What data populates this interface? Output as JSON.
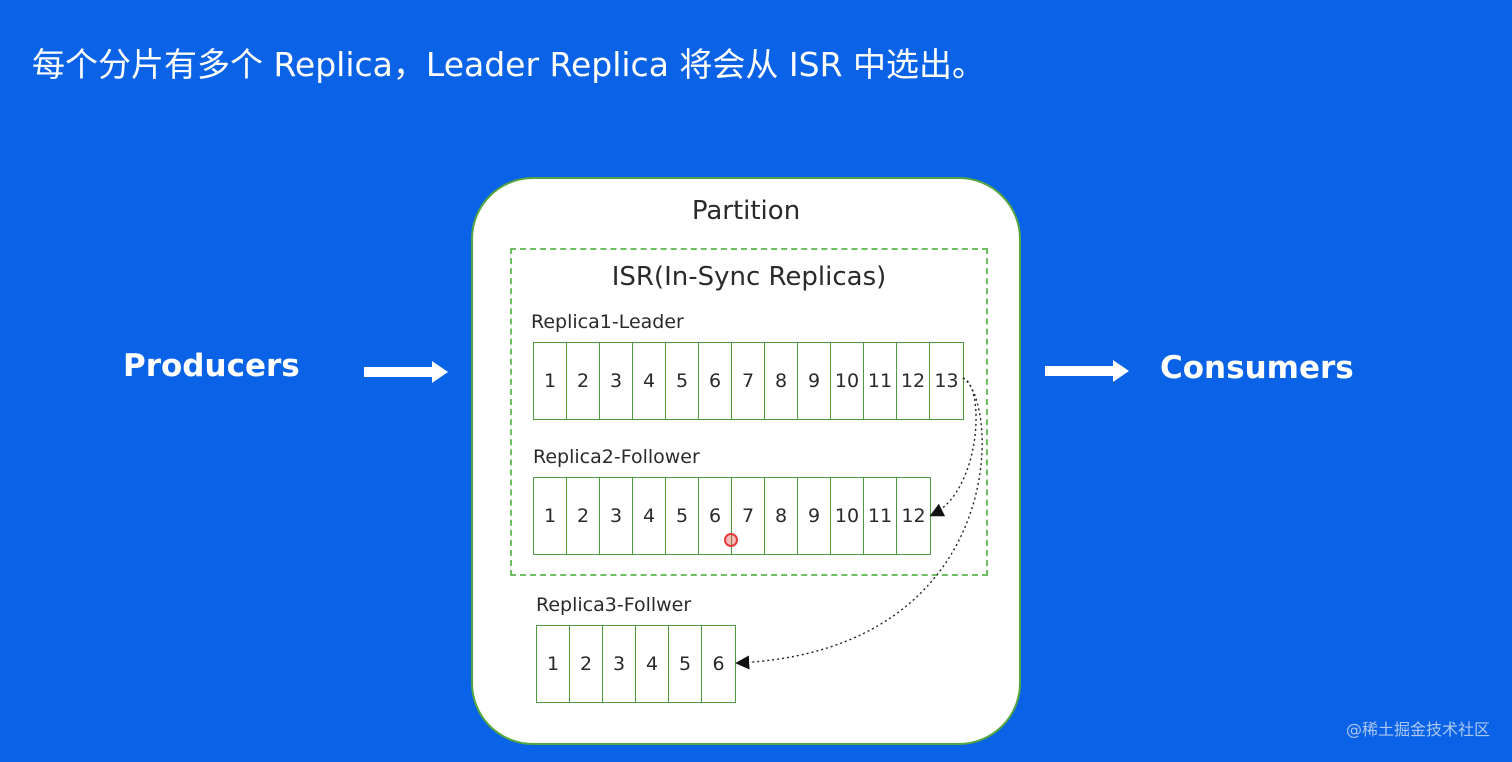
{
  "header": {
    "title": "每个分片有多个 Replica，Leader Replica 将会从 ISR 中选出。"
  },
  "producers_label": "Producers",
  "consumers_label": "Consumers",
  "partition": {
    "title": "Partition",
    "isr_title": "ISR(In-Sync Replicas)",
    "replicas": [
      {
        "label": "Replica1-Leader",
        "offsets": [
          "1",
          "2",
          "3",
          "4",
          "5",
          "6",
          "7",
          "8",
          "9",
          "10",
          "11",
          "12",
          "13"
        ]
      },
      {
        "label": "Replica2-Follower",
        "offsets": [
          "1",
          "2",
          "3",
          "4",
          "5",
          "6",
          "7",
          "8",
          "9",
          "10",
          "11",
          "12"
        ]
      },
      {
        "label": "Replica3-Follwer",
        "offsets": [
          "1",
          "2",
          "3",
          "4",
          "5",
          "6"
        ]
      }
    ]
  },
  "watermark": "@稀土掘金技术社区",
  "colors": {
    "background": "#0a63e6",
    "border_green": "#54a542",
    "text": "#2a2a2a"
  }
}
